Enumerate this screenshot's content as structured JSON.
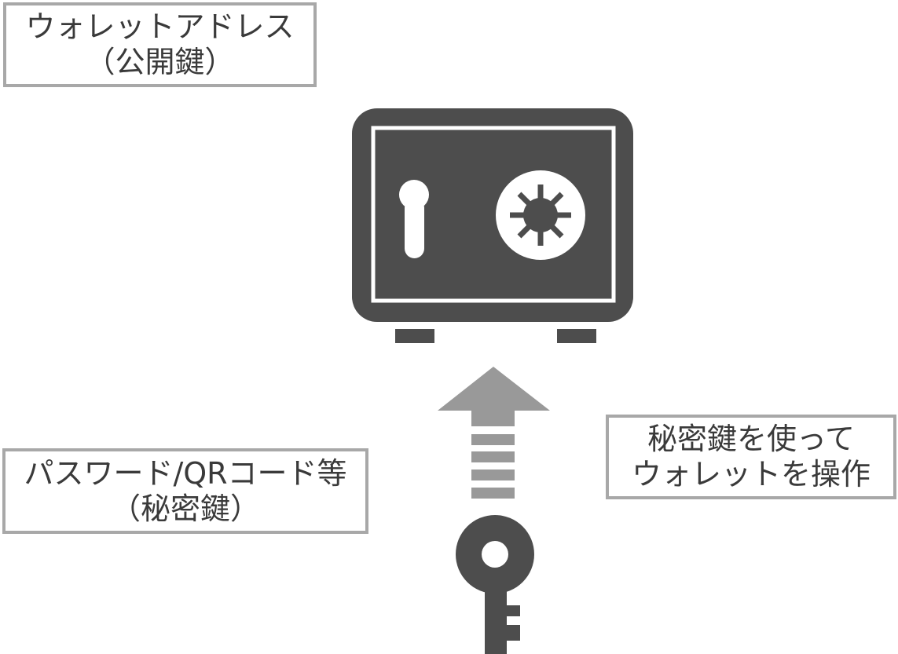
{
  "public_key_label": {
    "line1": "ウォレットアドレス",
    "line2": "（公開鍵）"
  },
  "secret_key_label": {
    "line1": "パスワード/QRコード等",
    "line2": "（秘密鍵）"
  },
  "operation_label": {
    "line1": "秘密鍵を使って",
    "line2": "ウォレットを操作"
  },
  "icons": {
    "safe": "safe-icon",
    "arrow": "arrow-up-icon",
    "key": "key-icon"
  },
  "colors": {
    "safe": "#4d4d4d",
    "arrow": "#999999",
    "key": "#4d4d4d",
    "box_border": "#a8a8a8",
    "text": "#3a3a3a"
  }
}
